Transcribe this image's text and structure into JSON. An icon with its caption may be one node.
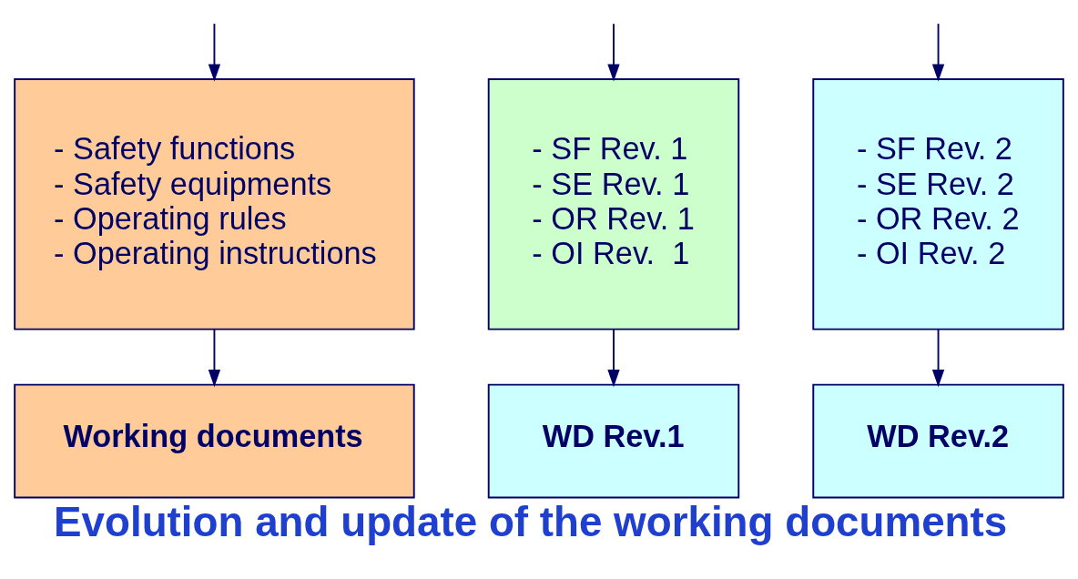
{
  "diagram": {
    "title": "Evolution and update of the working documents",
    "nodes": [
      {
        "text": [
          "- Safety functions",
          "- Safety equipments",
          "- Operating rules",
          "- Operating instructions"
        ]
      },
      {
        "text": [
          "- SF Rev. 1",
          "- SE Rev. 1",
          "- OR Rev. 1",
          "- OI Rev.  1"
        ]
      },
      {
        "text": [
          "- SF Rev. 2",
          "- SE Rev. 2",
          "- OR Rev. 2",
          "- OI Rev. 2"
        ]
      },
      {
        "text": [
          "Working documents"
        ]
      },
      {
        "text": [
          "WD Rev.1"
        ]
      },
      {
        "text": [
          "WD Rev.2"
        ]
      }
    ],
    "edges": [
      {
        "from": null,
        "to": 0,
        "arrow": "to"
      },
      {
        "from": null,
        "to": 1,
        "arrow": "to"
      },
      {
        "from": null,
        "to": 2,
        "arrow": "to"
      },
      {
        "from": 0,
        "to": 3,
        "arrow": "to"
      },
      {
        "from": 1,
        "to": 4,
        "arrow": "to"
      },
      {
        "from": 2,
        "to": 5,
        "arrow": "to"
      }
    ]
  }
}
